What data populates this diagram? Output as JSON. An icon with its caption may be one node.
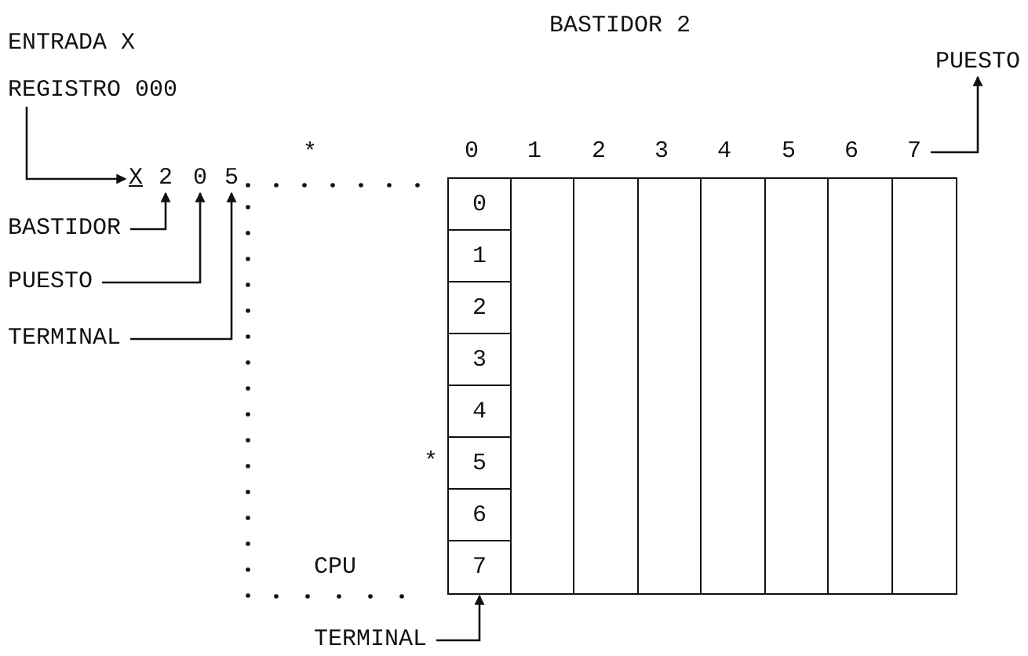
{
  "diagram": {
    "title": "BASTIDOR 2",
    "nodes": [
      {
        "text": [
          "REGISTRO 000"
        ]
      },
      {
        "text": [
          "X"
        ]
      },
      {
        "text": [
          "2"
        ]
      },
      {
        "text": [
          "0"
        ]
      },
      {
        "text": [
          "5"
        ]
      },
      {
        "text": [
          "BASTIDOR"
        ]
      },
      {
        "text": [
          "PUESTO"
        ]
      },
      {
        "text": [
          "TERMINAL"
        ]
      },
      {
        "text": [
          "7"
        ]
      },
      {
        "text": [
          "PUESTO"
        ]
      },
      {
        "text": [
          "0"
        ]
      },
      {
        "text": [
          "1"
        ]
      },
      {
        "text": [
          "2"
        ]
      },
      {
        "text": [
          "3"
        ]
      },
      {
        "text": [
          "4"
        ]
      },
      {
        "text": [
          "5"
        ]
      },
      {
        "text": [
          "6"
        ]
      },
      {
        "text": [
          "7"
        ]
      },
      {
        "text": [],
        "shape": "box"
      },
      {
        "text": [],
        "shape": "box"
      },
      {
        "text": [],
        "shape": "box"
      },
      {
        "text": [],
        "shape": "box"
      },
      {
        "text": [],
        "shape": "box"
      },
      {
        "text": [],
        "shape": "box"
      },
      {
        "text": [],
        "shape": "box"
      },
      {
        "text": [
          "TERMINAL"
        ]
      }
    ],
    "edges": [
      {
        "from": 0,
        "to": 1,
        "arrow": "to"
      },
      {
        "from": 5,
        "to": 2,
        "arrow": "to"
      },
      {
        "from": 6,
        "to": 3,
        "arrow": "to"
      },
      {
        "from": 7,
        "to": 4,
        "arrow": "to"
      },
      {
        "from": 8,
        "to": 9,
        "arrow": "to"
      },
      {
        "from": 25,
        "to": 17,
        "arrow": "to"
      }
    ],
    "labels": [
      "ENTRADA X",
      "*",
      "0",
      "1",
      "2",
      "3",
      "4",
      "5",
      "6",
      "*",
      "CPU"
    ]
  }
}
